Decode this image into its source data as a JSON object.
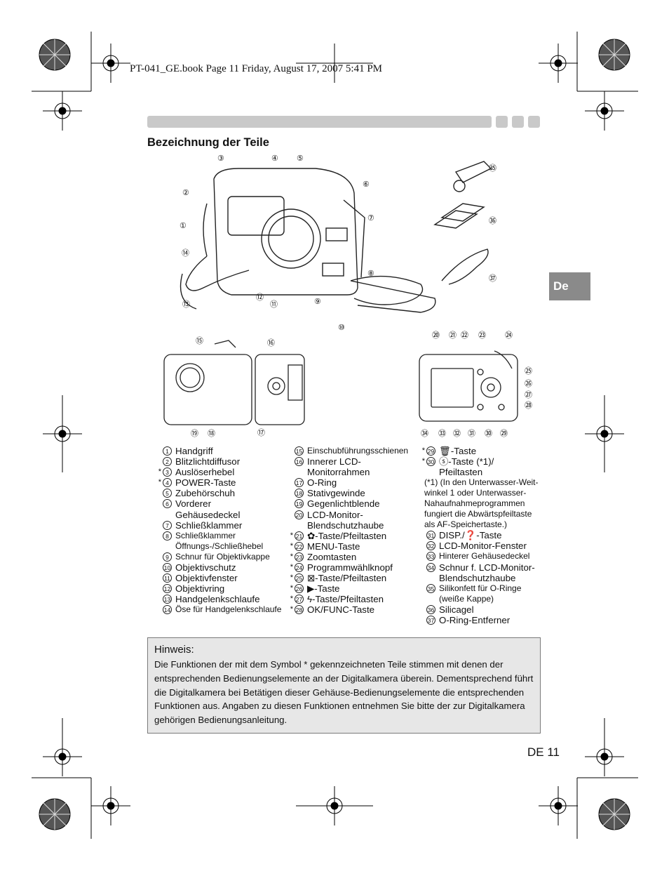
{
  "header": {
    "file_info": "PT-041_GE.book  Page 11  Friday, August 17, 2007  5:41 PM"
  },
  "section_title": "Bezeichnung der Teile",
  "language_tab": "De",
  "figure_callouts": {
    "main": [
      "③",
      "④",
      "⑤",
      "⑥",
      "②",
      "⑦",
      "①",
      "⑭",
      "⑧",
      "⑫",
      "⑪",
      "⑬",
      "⑨",
      "⑩",
      "㉟",
      "㊱",
      "㊲"
    ],
    "inner": [
      "⑮",
      "⑯",
      "⑲",
      "⑱",
      "⑰"
    ],
    "back": [
      "⑳",
      "㉑",
      "㉒",
      "㉓",
      "㉔",
      "㉕",
      "㉖",
      "㉗",
      "㉘",
      "㉞",
      "㉝",
      "㉜",
      "㉛",
      "㉚",
      "㉙"
    ]
  },
  "parts_col1": [
    {
      "mark": "",
      "num": "1",
      "label": "Handgriff"
    },
    {
      "mark": "",
      "num": "2",
      "label": "Blitzlichtdiffusor"
    },
    {
      "mark": "*",
      "num": "3",
      "label": "Auslöserhebel"
    },
    {
      "mark": "*",
      "num": "4",
      "label": "POWER-Taste"
    },
    {
      "mark": "",
      "num": "5",
      "label": "Zubehörschuh"
    },
    {
      "mark": "",
      "num": "6",
      "label": "Vorderer\nGehäusedeckel"
    },
    {
      "mark": "",
      "num": "7",
      "label": "Schließklammer"
    },
    {
      "mark": "",
      "num": "8",
      "label": "Schließklammer\nÖffnungs-/Schließhebel",
      "small": true
    },
    {
      "mark": "",
      "num": "9",
      "label": "Schnur für Objektivkappe",
      "small": true
    },
    {
      "mark": "",
      "num": "10",
      "label": "Objektivschutz"
    },
    {
      "mark": "",
      "num": "11",
      "label": "Objektivfenster"
    },
    {
      "mark": "",
      "num": "12",
      "label": "Objektivring"
    },
    {
      "mark": "",
      "num": "13",
      "label": "Handgelenkschlaufe"
    },
    {
      "mark": "",
      "num": "14",
      "label": "Öse für Handgelenkschlaufe",
      "small": true
    }
  ],
  "parts_col2": [
    {
      "mark": "",
      "num": "15",
      "label": "Einschubführungsschienen",
      "small": true
    },
    {
      "mark": "",
      "num": "16",
      "label": "Innerer LCD-\nMonitorrahmen"
    },
    {
      "mark": "",
      "num": "17",
      "label": "O-Ring"
    },
    {
      "mark": "",
      "num": "18",
      "label": "Stativgewinde"
    },
    {
      "mark": "",
      "num": "19",
      "label": "Gegenlichtblende"
    },
    {
      "mark": "",
      "num": "20",
      "label": "LCD-Monitor-\nBlendschutzhaube"
    },
    {
      "mark": "*",
      "num": "21",
      "label": "✿-Taste/Pfeiltasten"
    },
    {
      "mark": "*",
      "num": "22",
      "label": "MENU-Taste"
    },
    {
      "mark": "*",
      "num": "23",
      "label": "Zoomtasten"
    },
    {
      "mark": "*",
      "num": "24",
      "label": "Programmwählknopf"
    },
    {
      "mark": "*",
      "num": "25",
      "label": "⊠-Taste/Pfeiltasten"
    },
    {
      "mark": "*",
      "num": "26",
      "label": "▶-Taste"
    },
    {
      "mark": "*",
      "num": "27",
      "label": "ϟ-Taste/Pfeiltasten"
    },
    {
      "mark": "*",
      "num": "28",
      "label": "OK/FUNC-Taste"
    }
  ],
  "parts_col3_top": [
    {
      "mark": "*",
      "num": "29",
      "label": "🗑-Taste"
    },
    {
      "mark": "*",
      "num": "30",
      "label": "ⓢ-Taste (*1)/\nPfeiltasten"
    }
  ],
  "footnote": "(*1) (In den Unterwasser-Weit-\nwinkel 1 oder Unterwasser-\nNahaufnahmeprogrammen\nfungiert die Abwärtspfeiltaste\nals AF-Speichertaste.)",
  "parts_col3_bottom": [
    {
      "mark": "",
      "num": "31",
      "label": "DISP./❓-Taste"
    },
    {
      "mark": "",
      "num": "32",
      "label": "LCD-Monitor-Fenster"
    },
    {
      "mark": "",
      "num": "33",
      "label": "Hinterer Gehäusedeckel",
      "small": true
    },
    {
      "mark": "",
      "num": "34",
      "label": "Schnur f. LCD-Monitor-\nBlendschutzhaube"
    },
    {
      "mark": "",
      "num": "35",
      "label": "Silikonfett für O-Ringe\n(weiße Kappe)",
      "small": true
    },
    {
      "mark": "",
      "num": "36",
      "label": "Silicagel"
    },
    {
      "mark": "",
      "num": "37",
      "label": "O-Ring-Entferner"
    }
  ],
  "note": {
    "title": "Hinweis:",
    "text": "Die Funktionen der mit dem Symbol * gekennzeichneten Teile stimmen mit denen der entsprechenden Bedienungselemente an der Digitalkamera überein. Dementsprechend führt die Digitalkamera bei Betätigen dieser Gehäuse-Bedienungselemente die entsprechenden Funktionen aus. Angaben zu diesen Funktionen entnehmen Sie bitte der zur Digitalkamera gehörigen Bedienungsanleitung."
  },
  "page_number": "DE 11"
}
